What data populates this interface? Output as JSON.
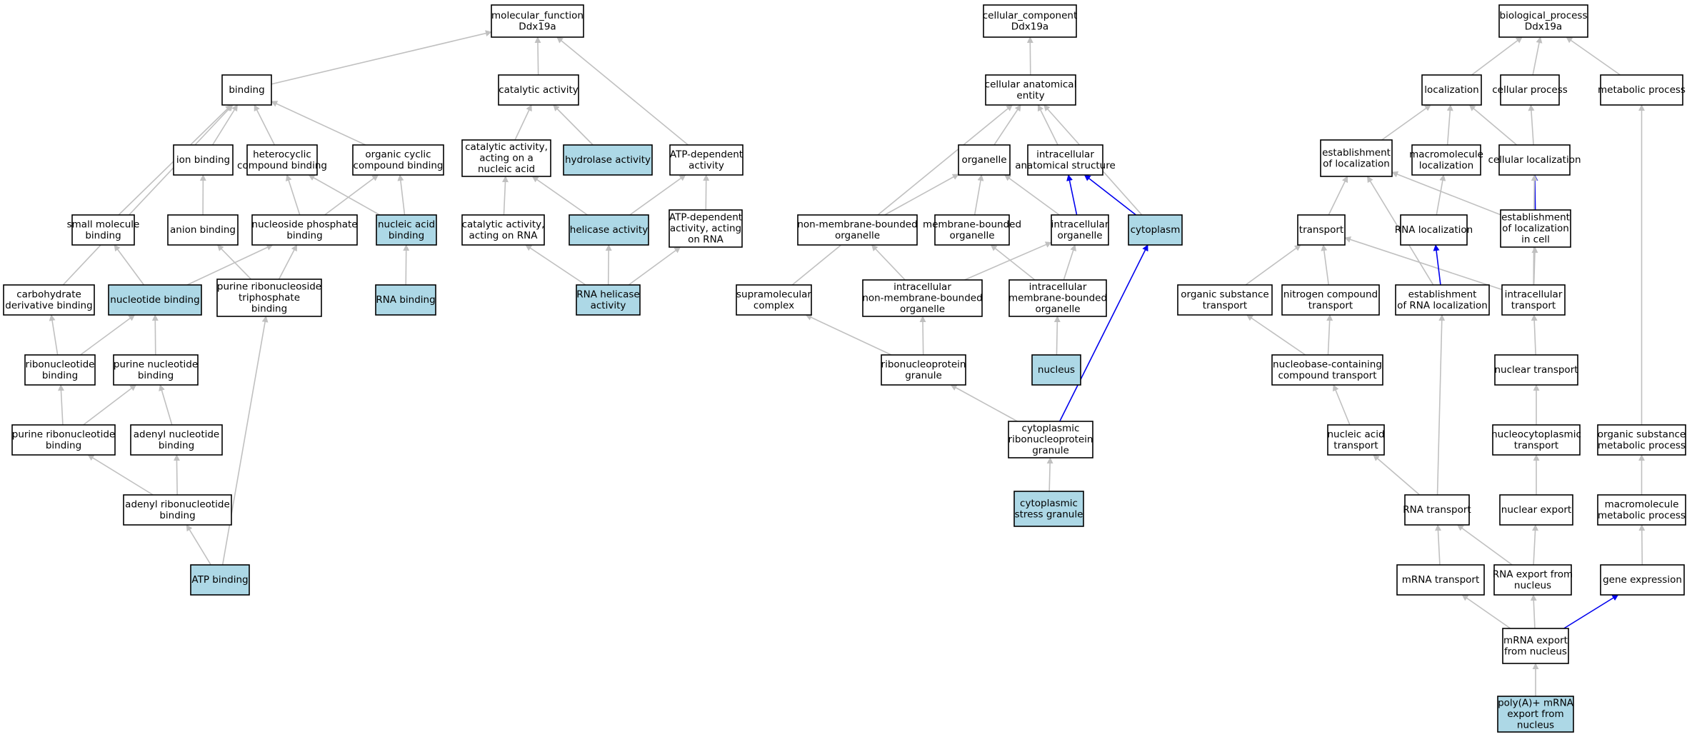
{
  "colors": {
    "highlight_fill": "#add8e6",
    "plain_fill": "#ffffff",
    "edge_gray": "#c0c0c0",
    "edge_blue": "#0000ee"
  },
  "nodes": [
    {
      "id": "mf",
      "lines": [
        "molecular_function",
        "Ddx19a"
      ],
      "highlight": false
    },
    {
      "id": "binding",
      "lines": [
        "binding"
      ],
      "highlight": false
    },
    {
      "id": "catalytic",
      "lines": [
        "catalytic activity"
      ],
      "highlight": false
    },
    {
      "id": "ion_binding",
      "lines": [
        "ion binding"
      ],
      "highlight": false
    },
    {
      "id": "hetero",
      "lines": [
        "heterocyclic",
        "compound binding"
      ],
      "highlight": false
    },
    {
      "id": "org_cyclic",
      "lines": [
        "organic cyclic",
        "compound binding"
      ],
      "highlight": false
    },
    {
      "id": "cat_nucleic",
      "lines": [
        "catalytic activity,",
        "acting on a",
        "nucleic acid"
      ],
      "highlight": false
    },
    {
      "id": "hydrolase",
      "lines": [
        "hydrolase activity"
      ],
      "highlight": true
    },
    {
      "id": "atp_dep",
      "lines": [
        "ATP-dependent",
        "activity"
      ],
      "highlight": false
    },
    {
      "id": "small_mol",
      "lines": [
        "small molecule",
        "binding"
      ],
      "highlight": false
    },
    {
      "id": "anion",
      "lines": [
        "anion binding"
      ],
      "highlight": false
    },
    {
      "id": "nuc_phos",
      "lines": [
        "nucleoside phosphate",
        "binding"
      ],
      "highlight": false
    },
    {
      "id": "nucleic_acid_b",
      "lines": [
        "nucleic acid",
        "binding"
      ],
      "highlight": true
    },
    {
      "id": "cat_rna",
      "lines": [
        "catalytic activity,",
        "acting on RNA"
      ],
      "highlight": false
    },
    {
      "id": "helicase",
      "lines": [
        "helicase activity"
      ],
      "highlight": true
    },
    {
      "id": "atp_dep_rna",
      "lines": [
        "ATP-dependent",
        "activity, acting",
        "on RNA"
      ],
      "highlight": false
    },
    {
      "id": "carb",
      "lines": [
        "carbohydrate",
        "derivative binding"
      ],
      "highlight": false
    },
    {
      "id": "nucleotide_b",
      "lines": [
        "nucleotide binding"
      ],
      "highlight": true
    },
    {
      "id": "purine_rnt",
      "lines": [
        "purine ribonucleoside",
        "triphosphate",
        "binding"
      ],
      "highlight": false
    },
    {
      "id": "rna_binding",
      "lines": [
        "RNA binding"
      ],
      "highlight": true
    },
    {
      "id": "rna_helicase",
      "lines": [
        "RNA helicase",
        "activity"
      ],
      "highlight": true
    },
    {
      "id": "ribonuc_b",
      "lines": [
        "ribonucleotide",
        "binding"
      ],
      "highlight": false
    },
    {
      "id": "purine_nuc_b",
      "lines": [
        "purine nucleotide",
        "binding"
      ],
      "highlight": false
    },
    {
      "id": "purine_ribo_b",
      "lines": [
        "purine ribonucleotide",
        "binding"
      ],
      "highlight": false
    },
    {
      "id": "adenyl_nuc_b",
      "lines": [
        "adenyl nucleotide",
        "binding"
      ],
      "highlight": false
    },
    {
      "id": "adenyl_ribo_b",
      "lines": [
        "adenyl ribonucleotide",
        "binding"
      ],
      "highlight": false
    },
    {
      "id": "atp_binding",
      "lines": [
        "ATP binding"
      ],
      "highlight": true
    },
    {
      "id": "cc",
      "lines": [
        "cellular_component",
        "Ddx19a"
      ],
      "highlight": false
    },
    {
      "id": "cae",
      "lines": [
        "cellular anatomical",
        "entity"
      ],
      "highlight": false
    },
    {
      "id": "organelle",
      "lines": [
        "organelle"
      ],
      "highlight": false
    },
    {
      "id": "ias",
      "lines": [
        "intracellular",
        "anatomical structure"
      ],
      "highlight": false
    },
    {
      "id": "nmbo",
      "lines": [
        "non-membrane-bounded",
        "organelle"
      ],
      "highlight": false
    },
    {
      "id": "mbo",
      "lines": [
        "membrane-bounded",
        "organelle"
      ],
      "highlight": false
    },
    {
      "id": "intra_org",
      "lines": [
        "intracellular",
        "organelle"
      ],
      "highlight": false
    },
    {
      "id": "cytoplasm",
      "lines": [
        "cytoplasm"
      ],
      "highlight": true
    },
    {
      "id": "supramol",
      "lines": [
        "supramolecular",
        "complex"
      ],
      "highlight": false
    },
    {
      "id": "intra_nmbo",
      "lines": [
        "intracellular",
        "non-membrane-bounded",
        "organelle"
      ],
      "highlight": false
    },
    {
      "id": "intra_mbo",
      "lines": [
        "intracellular",
        "membrane-bounded",
        "organelle"
      ],
      "highlight": false
    },
    {
      "id": "rnp_granule",
      "lines": [
        "ribonucleoprotein",
        "granule"
      ],
      "highlight": false
    },
    {
      "id": "nucleus",
      "lines": [
        "nucleus"
      ],
      "highlight": true
    },
    {
      "id": "cyto_rnp",
      "lines": [
        "cytoplasmic",
        "ribonucleoprotein",
        "granule"
      ],
      "highlight": false
    },
    {
      "id": "stress_granule",
      "lines": [
        "cytoplasmic",
        "stress granule"
      ],
      "highlight": true
    },
    {
      "id": "bp",
      "lines": [
        "biological_process",
        "Ddx19a"
      ],
      "highlight": false
    },
    {
      "id": "localization",
      "lines": [
        "localization"
      ],
      "highlight": false
    },
    {
      "id": "cell_process",
      "lines": [
        "cellular process"
      ],
      "highlight": false
    },
    {
      "id": "metabolic",
      "lines": [
        "metabolic process"
      ],
      "highlight": false
    },
    {
      "id": "estab_loc",
      "lines": [
        "establishment",
        "of localization"
      ],
      "highlight": false
    },
    {
      "id": "macromol_loc",
      "lines": [
        "macromolecule",
        "localization"
      ],
      "highlight": false
    },
    {
      "id": "cell_loc",
      "lines": [
        "cellular localization"
      ],
      "highlight": false
    },
    {
      "id": "transport",
      "lines": [
        "transport"
      ],
      "highlight": false
    },
    {
      "id": "rna_loc",
      "lines": [
        "RNA localization"
      ],
      "highlight": false
    },
    {
      "id": "estab_loc_cell",
      "lines": [
        "establishment",
        "of localization",
        "in cell"
      ],
      "highlight": false
    },
    {
      "id": "org_sub_transport",
      "lines": [
        "organic substance",
        "transport"
      ],
      "highlight": false
    },
    {
      "id": "nitrogen_transport",
      "lines": [
        "nitrogen compound",
        "transport"
      ],
      "highlight": false
    },
    {
      "id": "estab_rna_loc",
      "lines": [
        "establishment",
        "of RNA localization"
      ],
      "highlight": false
    },
    {
      "id": "intra_transport",
      "lines": [
        "intracellular",
        "transport"
      ],
      "highlight": false
    },
    {
      "id": "nucleobase_transport",
      "lines": [
        "nucleobase-containing",
        "compound transport"
      ],
      "highlight": false
    },
    {
      "id": "nuclear_transport",
      "lines": [
        "nuclear transport"
      ],
      "highlight": false
    },
    {
      "id": "nucleic_transport",
      "lines": [
        "nucleic acid",
        "transport"
      ],
      "highlight": false
    },
    {
      "id": "nucleocyto",
      "lines": [
        "nucleocytoplasmic",
        "transport"
      ],
      "highlight": false
    },
    {
      "id": "org_sub_metab",
      "lines": [
        "organic substance",
        "metabolic process"
      ],
      "highlight": false
    },
    {
      "id": "rna_transport",
      "lines": [
        "RNA transport"
      ],
      "highlight": false
    },
    {
      "id": "nuclear_export",
      "lines": [
        "nuclear export"
      ],
      "highlight": false
    },
    {
      "id": "macromol_metab",
      "lines": [
        "macromolecule",
        "metabolic process"
      ],
      "highlight": false
    },
    {
      "id": "mrna_transport",
      "lines": [
        "mRNA transport"
      ],
      "highlight": false
    },
    {
      "id": "rna_export",
      "lines": [
        "RNA export from",
        "nucleus"
      ],
      "highlight": false
    },
    {
      "id": "gene_expr",
      "lines": [
        "gene expression"
      ],
      "highlight": false
    },
    {
      "id": "mrna_export",
      "lines": [
        "mRNA export",
        "from nucleus"
      ],
      "highlight": false
    },
    {
      "id": "polya_export",
      "lines": [
        "poly(A)+ mRNA",
        "export from",
        "nucleus"
      ],
      "highlight": true
    }
  ],
  "edges": [
    {
      "from": "binding",
      "to": "mf",
      "color": "gray"
    },
    {
      "from": "catalytic",
      "to": "mf",
      "color": "gray"
    },
    {
      "from": "atp_dep",
      "to": "mf",
      "color": "gray"
    },
    {
      "from": "ion_binding",
      "to": "binding",
      "color": "gray"
    },
    {
      "from": "hetero",
      "to": "binding",
      "color": "gray"
    },
    {
      "from": "org_cyclic",
      "to": "binding",
      "color": "gray"
    },
    {
      "from": "small_mol",
      "to": "binding",
      "color": "gray"
    },
    {
      "from": "carb",
      "to": "binding",
      "color": "gray"
    },
    {
      "from": "cat_nucleic",
      "to": "catalytic",
      "color": "gray"
    },
    {
      "from": "hydrolase",
      "to": "catalytic",
      "color": "gray"
    },
    {
      "from": "anion",
      "to": "ion_binding",
      "color": "gray"
    },
    {
      "from": "nuc_phos",
      "to": "org_cyclic",
      "color": "gray"
    },
    {
      "from": "nucleic_acid_b",
      "to": "org_cyclic",
      "color": "gray"
    },
    {
      "from": "nucleic_acid_b",
      "to": "hetero",
      "color": "gray"
    },
    {
      "from": "nuc_phos",
      "to": "hetero",
      "color": "gray"
    },
    {
      "from": "cat_rna",
      "to": "cat_nucleic",
      "color": "gray"
    },
    {
      "from": "helicase",
      "to": "cat_nucleic",
      "color": "gray"
    },
    {
      "from": "helicase",
      "to": "atp_dep",
      "color": "gray"
    },
    {
      "from": "atp_dep_rna",
      "to": "atp_dep",
      "color": "gray"
    },
    {
      "from": "nucleotide_b",
      "to": "small_mol",
      "color": "gray"
    },
    {
      "from": "nucleotide_b",
      "to": "nuc_phos",
      "color": "gray"
    },
    {
      "from": "purine_rnt",
      "to": "anion",
      "color": "gray"
    },
    {
      "from": "purine_rnt",
      "to": "nuc_phos",
      "color": "gray"
    },
    {
      "from": "rna_binding",
      "to": "nucleic_acid_b",
      "color": "gray"
    },
    {
      "from": "rna_helicase",
      "to": "cat_rna",
      "color": "gray"
    },
    {
      "from": "rna_helicase",
      "to": "helicase",
      "color": "gray"
    },
    {
      "from": "rna_helicase",
      "to": "atp_dep_rna",
      "color": "gray"
    },
    {
      "from": "ribonuc_b",
      "to": "carb",
      "color": "gray"
    },
    {
      "from": "ribonuc_b",
      "to": "nucleotide_b",
      "color": "gray"
    },
    {
      "from": "purine_nuc_b",
      "to": "nucleotide_b",
      "color": "gray"
    },
    {
      "from": "purine_ribo_b",
      "to": "ribonuc_b",
      "color": "gray"
    },
    {
      "from": "purine_ribo_b",
      "to": "purine_nuc_b",
      "color": "gray"
    },
    {
      "from": "adenyl_nuc_b",
      "to": "purine_nuc_b",
      "color": "gray"
    },
    {
      "from": "adenyl_ribo_b",
      "to": "purine_ribo_b",
      "color": "gray"
    },
    {
      "from": "adenyl_ribo_b",
      "to": "adenyl_nuc_b",
      "color": "gray"
    },
    {
      "from": "atp_binding",
      "to": "adenyl_ribo_b",
      "color": "gray"
    },
    {
      "from": "atp_binding",
      "to": "purine_rnt",
      "color": "gray"
    },
    {
      "from": "cae",
      "to": "cc",
      "color": "gray"
    },
    {
      "from": "organelle",
      "to": "cae",
      "color": "gray"
    },
    {
      "from": "ias",
      "to": "cae",
      "color": "gray"
    },
    {
      "from": "supramol",
      "to": "cae",
      "color": "gray"
    },
    {
      "from": "cytoplasm",
      "to": "cae",
      "color": "gray"
    },
    {
      "from": "nmbo",
      "to": "organelle",
      "color": "gray"
    },
    {
      "from": "mbo",
      "to": "organelle",
      "color": "gray"
    },
    {
      "from": "intra_org",
      "to": "organelle",
      "color": "gray"
    },
    {
      "from": "intra_org",
      "to": "ias",
      "color": "blue"
    },
    {
      "from": "cytoplasm",
      "to": "ias",
      "color": "blue"
    },
    {
      "from": "intra_nmbo",
      "to": "nmbo",
      "color": "gray"
    },
    {
      "from": "intra_nmbo",
      "to": "intra_org",
      "color": "gray"
    },
    {
      "from": "intra_mbo",
      "to": "mbo",
      "color": "gray"
    },
    {
      "from": "intra_mbo",
      "to": "intra_org",
      "color": "gray"
    },
    {
      "from": "rnp_granule",
      "to": "supramol",
      "color": "gray"
    },
    {
      "from": "rnp_granule",
      "to": "intra_nmbo",
      "color": "gray"
    },
    {
      "from": "nucleus",
      "to": "intra_mbo",
      "color": "gray"
    },
    {
      "from": "cyto_rnp",
      "to": "rnp_granule",
      "color": "gray"
    },
    {
      "from": "cyto_rnp",
      "to": "cytoplasm",
      "color": "blue"
    },
    {
      "from": "stress_granule",
      "to": "cyto_rnp",
      "color": "gray"
    },
    {
      "from": "localization",
      "to": "bp",
      "color": "gray"
    },
    {
      "from": "cell_process",
      "to": "bp",
      "color": "gray"
    },
    {
      "from": "metabolic",
      "to": "bp",
      "color": "gray"
    },
    {
      "from": "estab_loc",
      "to": "localization",
      "color": "gray"
    },
    {
      "from": "macromol_loc",
      "to": "localization",
      "color": "gray"
    },
    {
      "from": "cell_loc",
      "to": "localization",
      "color": "gray"
    },
    {
      "from": "cell_loc",
      "to": "cell_process",
      "color": "gray"
    },
    {
      "from": "transport",
      "to": "estab_loc",
      "color": "gray"
    },
    {
      "from": "estab_loc_cell",
      "to": "estab_loc",
      "color": "gray"
    },
    {
      "from": "estab_rna_loc",
      "to": "estab_loc",
      "color": "gray"
    },
    {
      "from": "rna_loc",
      "to": "macromol_loc",
      "color": "gray"
    },
    {
      "from": "estab_loc_cell",
      "to": "cell_loc",
      "color": "blue"
    },
    {
      "from": "intra_transport",
      "to": "cell_loc",
      "color": "gray"
    },
    {
      "from": "org_sub_transport",
      "to": "transport",
      "color": "gray"
    },
    {
      "from": "nitrogen_transport",
      "to": "transport",
      "color": "gray"
    },
    {
      "from": "intra_transport",
      "to": "transport",
      "color": "gray"
    },
    {
      "from": "estab_rna_loc",
      "to": "rna_loc",
      "color": "blue"
    },
    {
      "from": "intra_transport",
      "to": "estab_loc_cell",
      "color": "gray"
    },
    {
      "from": "nucleobase_transport",
      "to": "org_sub_transport",
      "color": "gray"
    },
    {
      "from": "nucleobase_transport",
      "to": "nitrogen_transport",
      "color": "gray"
    },
    {
      "from": "nuclear_transport",
      "to": "intra_transport",
      "color": "gray"
    },
    {
      "from": "nucleic_transport",
      "to": "nucleobase_transport",
      "color": "gray"
    },
    {
      "from": "nucleocyto",
      "to": "nuclear_transport",
      "color": "gray"
    },
    {
      "from": "rna_transport",
      "to": "nucleic_transport",
      "color": "gray"
    },
    {
      "from": "rna_transport",
      "to": "estab_rna_loc",
      "color": "gray"
    },
    {
      "from": "nuclear_export",
      "to": "nucleocyto",
      "color": "gray"
    },
    {
      "from": "org_sub_metab",
      "to": "metabolic",
      "color": "gray"
    },
    {
      "from": "macromol_metab",
      "to": "org_sub_metab",
      "color": "gray"
    },
    {
      "from": "mrna_transport",
      "to": "rna_transport",
      "color": "gray"
    },
    {
      "from": "rna_export",
      "to": "rna_transport",
      "color": "gray"
    },
    {
      "from": "rna_export",
      "to": "nuclear_export",
      "color": "gray"
    },
    {
      "from": "gene_expr",
      "to": "macromol_metab",
      "color": "gray"
    },
    {
      "from": "mrna_export",
      "to": "mrna_transport",
      "color": "gray"
    },
    {
      "from": "mrna_export",
      "to": "rna_export",
      "color": "gray"
    },
    {
      "from": "mrna_export",
      "to": "gene_expr",
      "color": "blue"
    },
    {
      "from": "polya_export",
      "to": "mrna_export",
      "color": "gray"
    }
  ]
}
